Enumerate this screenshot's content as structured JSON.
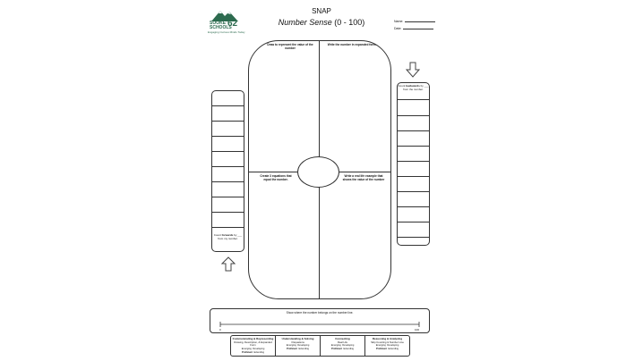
{
  "header": {
    "logo": {
      "icon": "mountain-icon",
      "name_line1": "SOOKE",
      "name_line2": "SCHOOLS",
      "number": "62",
      "tagline": "Engaging Curious Minds Today"
    },
    "title": "SNAP",
    "subtitle_italic": "Number Sense",
    "subtitle_range": "(0 - 100)",
    "name_label": "Name:",
    "date_label": "Date:"
  },
  "quadrants": {
    "top_left": "Draw to represent the value of the number",
    "top_right": "Write the number in expanded form.",
    "bottom_left": "Create 3 equations that equal the number.",
    "bottom_right": "Write a real life example that shows the value of the number"
  },
  "left_panel": {
    "label_pre": "Count",
    "label_bold": "forwards",
    "label_post": "by ___ from my number.",
    "arrow": "arrow-up-icon",
    "cells": 9
  },
  "right_panel": {
    "label_pre": "Count",
    "label_bold": "backwards",
    "label_post": "by ___ from the number.",
    "arrow": "arrow-down-icon",
    "cells": 10
  },
  "number_line": {
    "label": "Show where the number belongs on the number line.",
    "start": "0",
    "end": "100"
  },
  "rubric": [
    {
      "head": "Communicating & Representing",
      "sub": "Drawing, Description, & Expanded Form",
      "levels": [
        "Emerging",
        "Developing",
        "Proficient",
        "Extending"
      ]
    },
    {
      "head": "Understanding & Solving",
      "sub": "3 Equations",
      "levels": [
        "Emerging",
        "Developing",
        "Proficient",
        "Extending"
      ]
    },
    {
      "head": "Connecting",
      "sub": "Real Life",
      "levels": [
        "Emerging",
        "Developing",
        "Proficient",
        "Extending"
      ]
    },
    {
      "head": "Reasoning & Analyzing",
      "sub": "Skip Counting & Number Line",
      "levels": [
        "Emerging",
        "Developing",
        "Proficient",
        "Extending"
      ]
    }
  ]
}
